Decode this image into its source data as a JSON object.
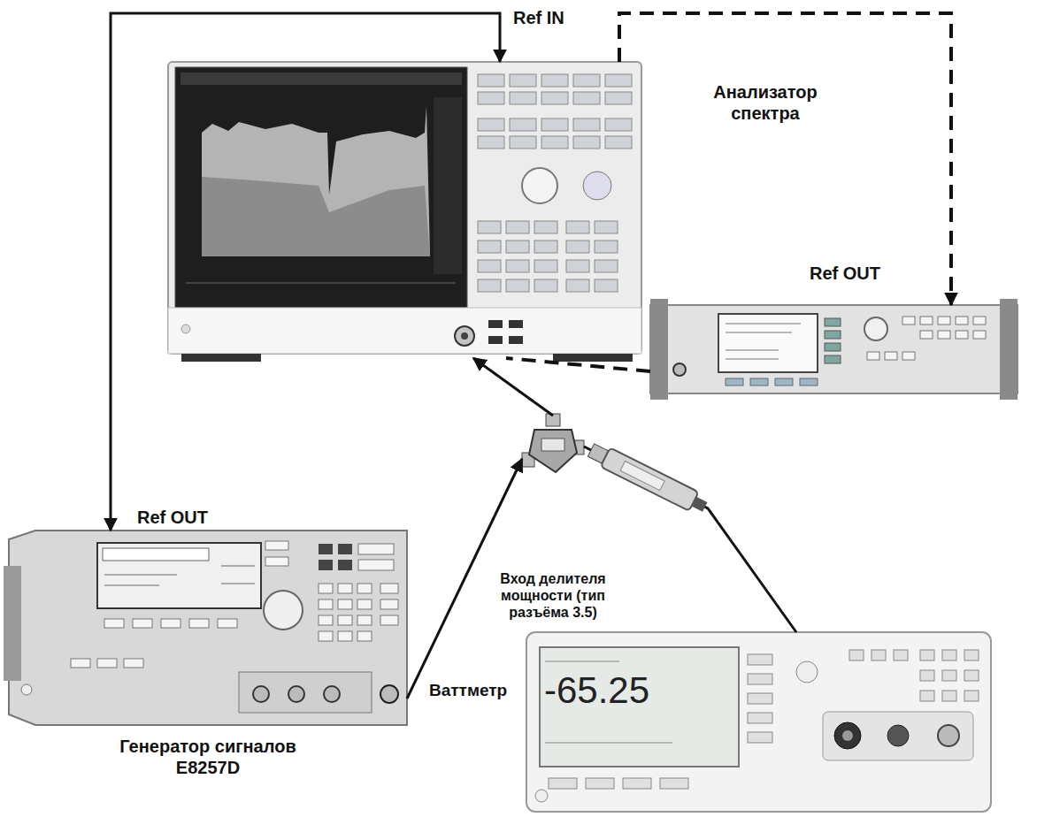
{
  "diagram": {
    "nodes": [
      {
        "text": [
          "Ref IN",
          "Анализатор спектра"
        ]
      },
      {
        "text": [
          "Ref OUT"
        ]
      },
      {
        "text": [
          "Ref OUT",
          "Генератор сигналов E8257D"
        ]
      },
      {
        "text": [
          "Вход делителя мощности (тип разъёма 3.5)"
        ]
      },
      {
        "text": [
          "Ваттметр"
        ]
      }
    ],
    "edges": [
      {
        "from": 2,
        "to": 0,
        "arrow": "both"
      },
      {
        "from": 0,
        "to": 1,
        "arrow": "to"
      },
      {
        "from": 1,
        "to": 0,
        "arrow": "none"
      },
      {
        "from": 3,
        "to": 0,
        "arrow": "to"
      },
      {
        "from": 2,
        "to": 3,
        "arrow": "to"
      },
      {
        "from": 3,
        "to": 4,
        "arrow": "none"
      }
    ],
    "labels": [
      "-65.25"
    ]
  }
}
